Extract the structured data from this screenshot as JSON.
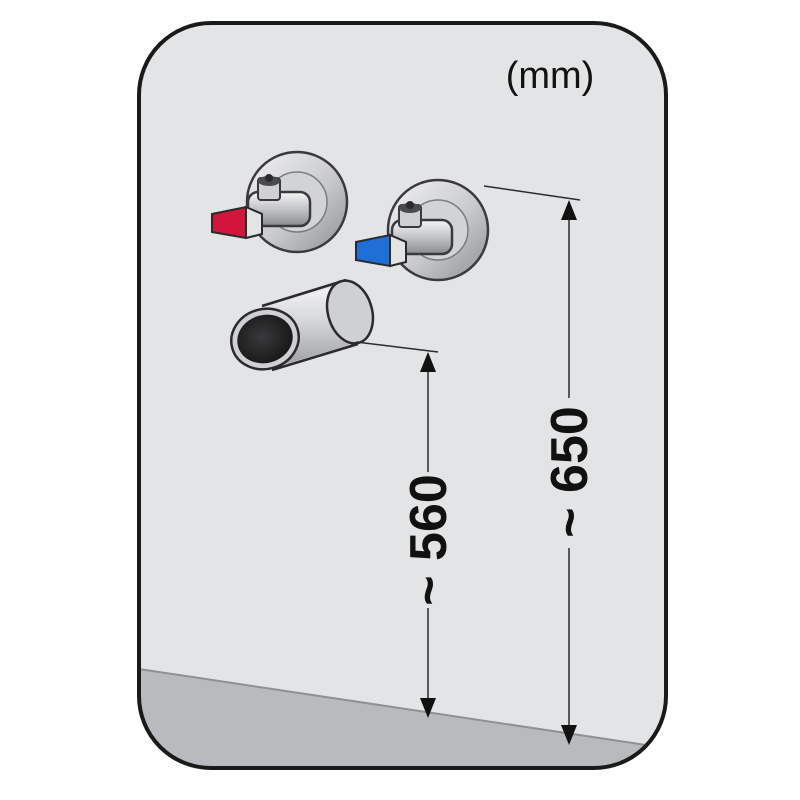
{
  "unit_label": "(mm)",
  "dimensions": {
    "drain_height": {
      "text": "~ 560",
      "value_mm": 560
    },
    "valve_height": {
      "text": "~ 650",
      "value_mm": 650
    }
  },
  "colors": {
    "wall": "#e3e4e6",
    "floor": "#b9babd",
    "frame": "#1a1a1a",
    "hot_handle": "#d4143a",
    "cold_handle": "#1f6fd6",
    "chrome": "#c8c9cc"
  },
  "icons": {
    "hot_valve": "hot-water-angle-valve-icon",
    "cold_valve": "cold-water-angle-valve-icon",
    "drain_pipe": "drain-pipe-icon"
  }
}
